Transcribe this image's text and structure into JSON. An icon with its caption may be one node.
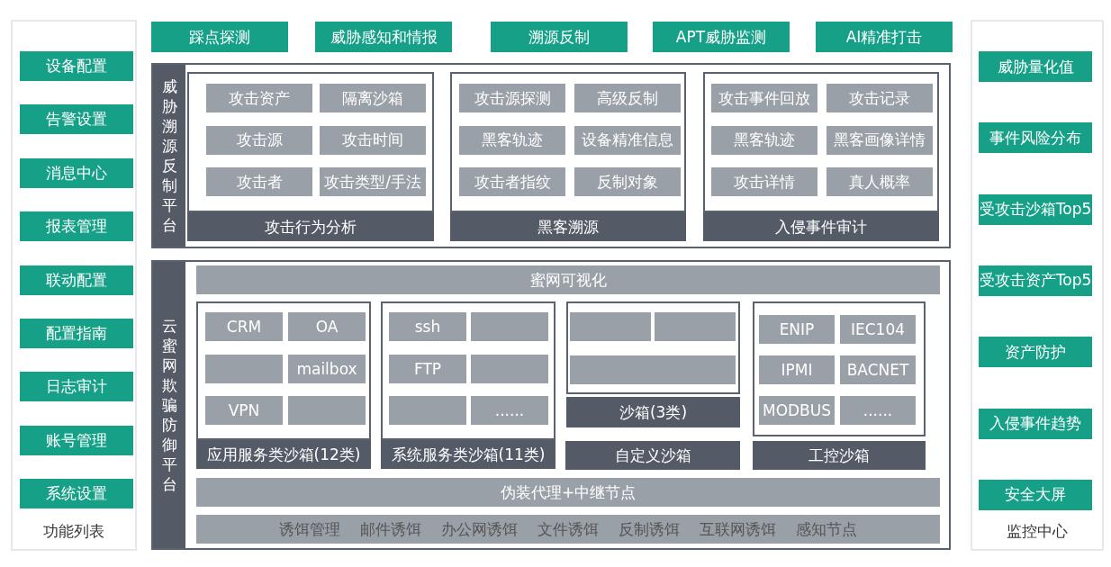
{
  "diagram": {
    "nodes": [
      {
        "text": [
          "功能列表"
        ]
      },
      {
        "text": [
          "设备配置"
        ],
        "in": 0
      },
      {
        "text": [
          "告警设置"
        ],
        "in": 0
      },
      {
        "text": [
          "消息中心"
        ],
        "in": 0
      },
      {
        "text": [
          "报表管理"
        ],
        "in": 0
      },
      {
        "text": [
          "联动配置"
        ],
        "in": 0
      },
      {
        "text": [
          "配置指南"
        ],
        "in": 0
      },
      {
        "text": [
          "日志审计"
        ],
        "in": 0
      },
      {
        "text": [
          "账号管理"
        ],
        "in": 0
      },
      {
        "text": [
          "系统设置"
        ],
        "in": 0
      },
      {
        "text": [
          "踩点探测"
        ]
      },
      {
        "text": [
          "威胁感知和情报"
        ]
      },
      {
        "text": [
          "溯源反制"
        ]
      },
      {
        "text": [
          "APT威胁监测"
        ]
      },
      {
        "text": [
          "AI精准打击"
        ]
      },
      {
        "text": [
          "威胁溯源反制平台"
        ]
      },
      {
        "text": [],
        "shape": "box",
        "in": 15
      },
      {
        "text": [
          "攻击资产"
        ],
        "in": 16
      },
      {
        "text": [
          "隔离沙箱"
        ],
        "in": 16
      },
      {
        "text": [
          "攻击源"
        ],
        "in": 16
      },
      {
        "text": [
          "攻击时间"
        ],
        "in": 16
      },
      {
        "text": [
          "攻击者"
        ],
        "in": 16
      },
      {
        "text": [
          "攻击类型/手法"
        ],
        "in": 16
      },
      {
        "text": [
          "攻击行为分析"
        ],
        "in": 15
      },
      {
        "text": [],
        "shape": "box",
        "in": 15
      },
      {
        "text": [
          "攻击源探测"
        ],
        "in": 24
      },
      {
        "text": [
          "高级反制"
        ],
        "in": 24
      },
      {
        "text": [
          "黑客轨迹"
        ],
        "in": 24
      },
      {
        "text": [
          "设备精准信息"
        ],
        "in": 24
      },
      {
        "text": [
          "攻击者指纹"
        ],
        "in": 24
      },
      {
        "text": [
          "反制对象"
        ],
        "in": 24
      },
      {
        "text": [
          "黑客溯源"
        ],
        "in": 15
      },
      {
        "text": [],
        "shape": "box",
        "in": 15
      },
      {
        "text": [
          "攻击事件回放"
        ],
        "in": 32
      },
      {
        "text": [
          "攻击记录"
        ],
        "in": 32
      },
      {
        "text": [
          "黑客轨迹"
        ],
        "in": 32
      },
      {
        "text": [
          "黑客画像详情"
        ],
        "in": 32
      },
      {
        "text": [
          "攻击详情"
        ],
        "in": 32
      },
      {
        "text": [
          "真人概率"
        ],
        "in": 32
      },
      {
        "text": [
          "入侵事件审计"
        ],
        "in": 15
      },
      {
        "text": [
          "云蜜网欺骗防御平台"
        ]
      },
      {
        "text": [
          "蜜网可视化"
        ],
        "in": 40
      },
      {
        "text": [],
        "shape": "box",
        "in": 40
      },
      {
        "text": [
          "CRM"
        ],
        "in": 42
      },
      {
        "text": [
          "OA"
        ],
        "in": 42
      },
      {
        "text": [],
        "shape": "box",
        "in": 42
      },
      {
        "text": [
          "mailbox"
        ],
        "in": 42
      },
      {
        "text": [
          "VPN"
        ],
        "in": 42
      },
      {
        "text": [],
        "shape": "box",
        "in": 42
      },
      {
        "text": [
          "应用服务类沙箱(12类)"
        ],
        "in": 40
      },
      {
        "text": [],
        "shape": "box",
        "in": 40
      },
      {
        "text": [
          "ssh"
        ],
        "in": 50
      },
      {
        "text": [],
        "shape": "box",
        "in": 50
      },
      {
        "text": [
          "FTP"
        ],
        "in": 50
      },
      {
        "text": [],
        "shape": "box",
        "in": 50
      },
      {
        "text": [],
        "shape": "box",
        "in": 50
      },
      {
        "text": [
          "......"
        ],
        "in": 50
      },
      {
        "text": [
          "系统服务类沙箱(11类)"
        ],
        "in": 40
      },
      {
        "text": [],
        "shape": "box",
        "in": 40
      },
      {
        "text": [],
        "shape": "box",
        "in": 58
      },
      {
        "text": [],
        "shape": "box",
        "in": 58
      },
      {
        "text": [],
        "shape": "box",
        "in": 58
      },
      {
        "text": [
          "沙箱(3类)"
        ],
        "in": 40
      },
      {
        "text": [
          "自定义沙箱"
        ],
        "in": 40
      },
      {
        "text": [],
        "shape": "box",
        "in": 40
      },
      {
        "text": [
          "ENIP"
        ],
        "in": 64
      },
      {
        "text": [
          "IEC104"
        ],
        "in": 64
      },
      {
        "text": [
          "IPMI"
        ],
        "in": 64
      },
      {
        "text": [
          "BACNET"
        ],
        "in": 64
      },
      {
        "text": [
          "MODBUS"
        ],
        "in": 64
      },
      {
        "text": [
          "......"
        ],
        "in": 64
      },
      {
        "text": [
          "工控沙箱"
        ],
        "in": 40
      },
      {
        "text": [
          "伪装代理+中继节点"
        ],
        "in": 40
      },
      {
        "text": [
          "诱饵管理",
          "邮件诱饵",
          "办公网诱饵",
          "文件诱饵",
          "反制诱饵",
          "互联网诱饵",
          "感知节点"
        ],
        "in": 40
      },
      {
        "text": [
          "监控中心"
        ]
      },
      {
        "text": [
          "威胁量化值"
        ],
        "in": 74
      },
      {
        "text": [
          "事件风险分布"
        ],
        "in": 74
      },
      {
        "text": [
          "受攻击沙箱Top5"
        ],
        "in": 74
      },
      {
        "text": [
          "受攻击资产Top5"
        ],
        "in": 74
      },
      {
        "text": [
          "资产防护"
        ],
        "in": 74
      },
      {
        "text": [
          "入侵事件趋势"
        ],
        "in": 74
      },
      {
        "text": [
          "安全大屏"
        ],
        "in": 74
      }
    ],
    "edges": []
  }
}
